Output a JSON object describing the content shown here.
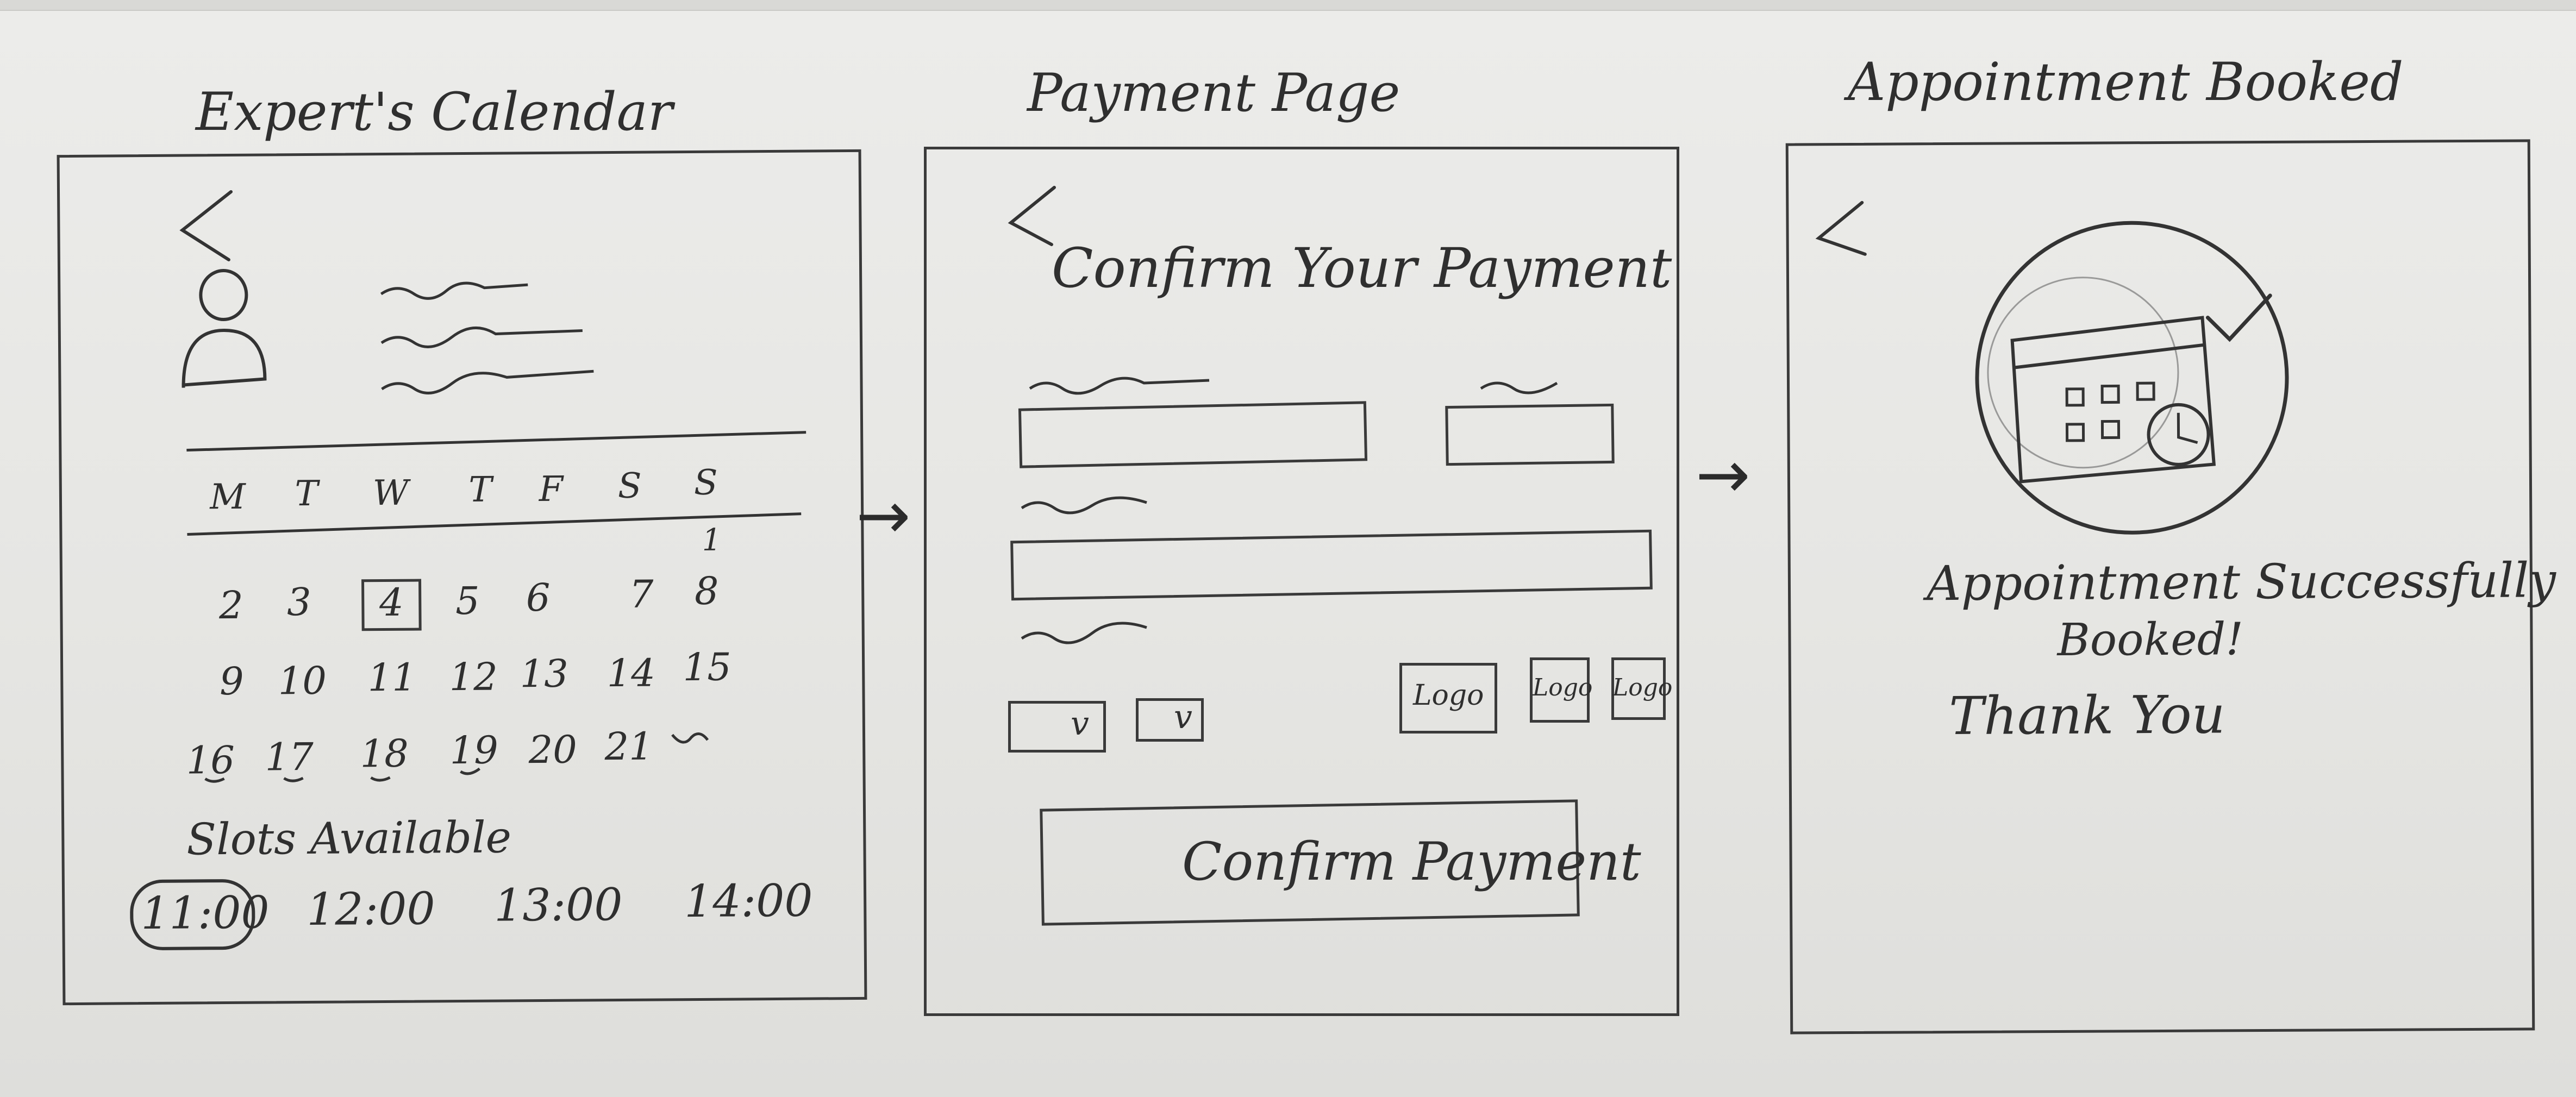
{
  "screens": {
    "calendar": {
      "title": "Expert's Calendar",
      "weekdays": [
        "M",
        "T",
        "W",
        "T",
        "F",
        "S",
        "S"
      ],
      "first_row_day": "1",
      "days_row1": [
        "2",
        "3",
        "4",
        "5",
        "6",
        "7",
        "8"
      ],
      "days_row2": [
        "9",
        "10",
        "11",
        "12",
        "13",
        "14",
        "15"
      ],
      "days_row3": [
        "16",
        "17",
        "18",
        "19",
        "20",
        "21"
      ],
      "selected_day": "4",
      "slots_label": "Slots Available",
      "slots": [
        "11:00",
        "12:00",
        "13:00",
        "14:00"
      ],
      "selected_slot": "11:00"
    },
    "payment": {
      "title": "Payment Page",
      "heading": "Confirm Your Payment",
      "dropdown_check": "v",
      "logos": [
        "Logo",
        "Logo",
        "Logo"
      ],
      "confirm_button": "Confirm Payment"
    },
    "booked": {
      "title": "Appointment Booked",
      "message_line1": "Appointment Successfully",
      "message_line2": "Booked!",
      "thanks": "Thank You"
    }
  },
  "flow_arrows": [
    "→",
    "→"
  ]
}
